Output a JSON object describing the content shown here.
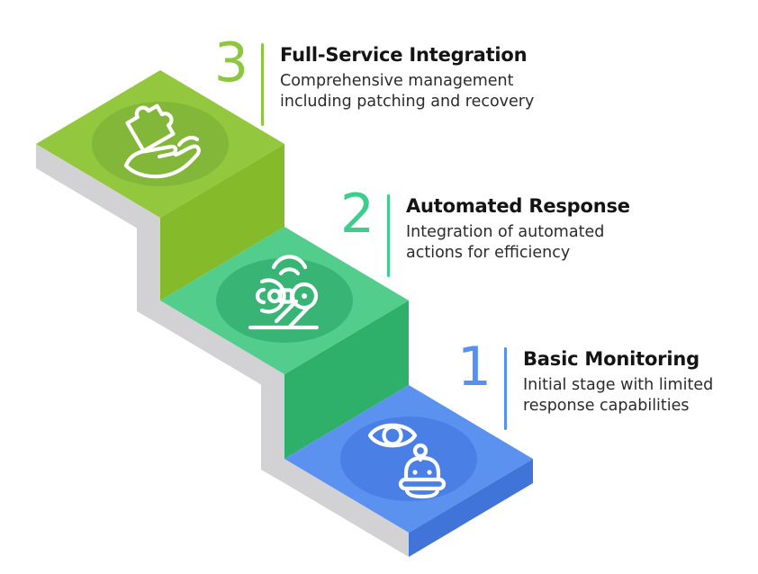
{
  "background": "#FFFFFF",
  "base_color": "#D2D2D4",
  "text_colors": {
    "title": "#141414",
    "description": "#2B2B2B"
  },
  "steps": [
    {
      "number": "3",
      "title": "Full-Service Integration",
      "description": "Comprehensive management\nincluding patching and recovery",
      "accent": "#8DC63F",
      "colors": {
        "top": "#93C73E",
        "side": "#85BB2A",
        "ellipse": "#83B739"
      },
      "icon": "puzzle-hand-icon"
    },
    {
      "number": "2",
      "title": "Automated Response",
      "description": "Integration of automated\nactions for efficiency",
      "accent": "#3DCD8C",
      "colors": {
        "top": "#52CD8B",
        "side": "#2EAF6A",
        "ellipse": "#38B475"
      },
      "icon": "robot-arm-icon"
    },
    {
      "number": "1",
      "title": "Basic Monitoring",
      "description": "Initial stage with limited\nresponse capabilities",
      "accent": "#5591F0",
      "colors": {
        "top": "#5B92F0",
        "side": "#4074D8",
        "ellipse": "#4A80E5"
      },
      "icon": "eye-robot-icon"
    }
  ]
}
